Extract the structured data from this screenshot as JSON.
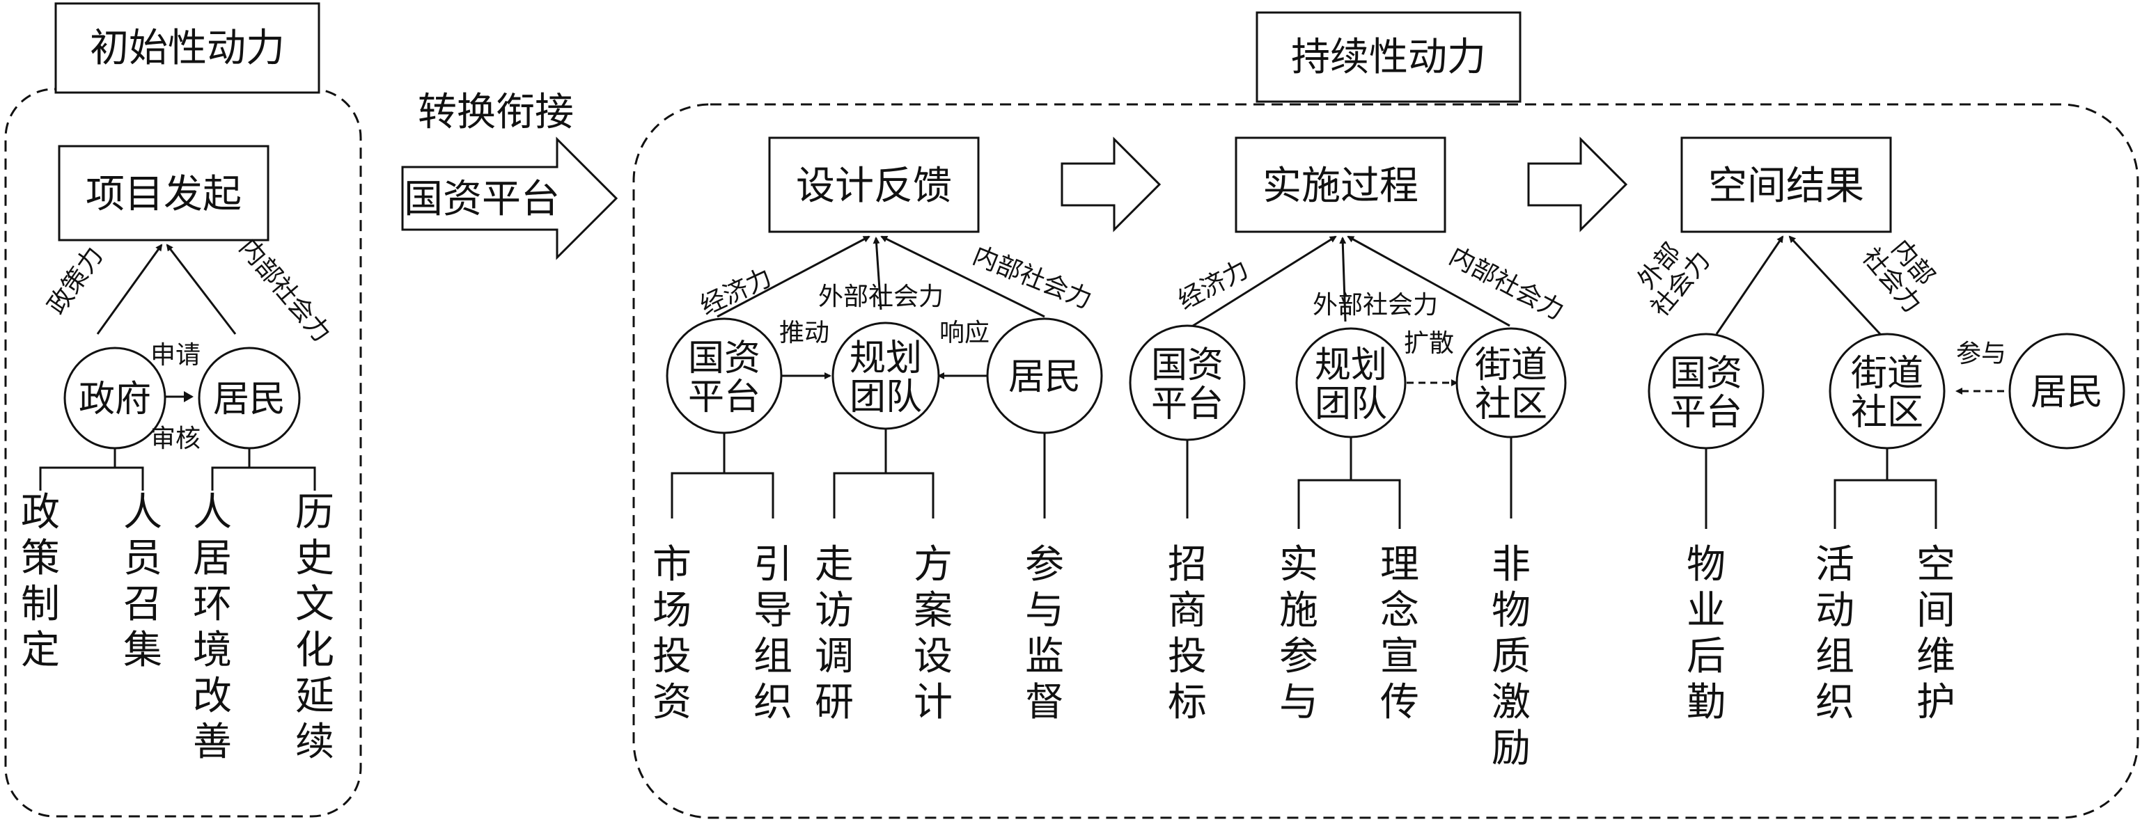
{
  "sections": {
    "initial": {
      "title": "初始性动力",
      "node": "项目发起"
    },
    "transition": {
      "label": "转换衔接",
      "node": "国资平台"
    },
    "sustained": {
      "title": "持续性动力"
    }
  },
  "nodes": {
    "design": "设计反馈",
    "implement": "实施过程",
    "result": "空间结果"
  },
  "circles": {
    "gov": "政府",
    "res1": "居民",
    "sasac1": "国资平台",
    "plan1": "规划团队",
    "res2": "居民",
    "sasac2": "国资平台",
    "plan2": "规划团队",
    "street1": "街道社区",
    "sasac3": "国资平台",
    "street2": "街道社区",
    "res3": "居民"
  },
  "edge_labels": {
    "policy": "政策力",
    "internal1": "内部社会力",
    "apply": "申请",
    "review": "审核",
    "econ1": "经济力",
    "external1": "外部社会力",
    "internal2": "内部社会力",
    "push": "推动",
    "respond": "响应",
    "econ2": "经济力",
    "external2": "外部社会力",
    "internal3": "内部社会力",
    "spread": "扩散",
    "external3": "外部社会力",
    "internal4": "内部社会力",
    "participate": "参与"
  },
  "activities": {
    "policy_making": "政策制定",
    "staff_recruit": "人员召集",
    "living_env": "人居环境改善",
    "history_culture": "历史文化延续",
    "market_invest": "市场投资",
    "guide_org": "引导组织",
    "visit_research": "走访调研",
    "scheme_design": "方案设计",
    "participate_supervise": "参与监督",
    "bidding": "招商投标",
    "implement_participate": "实施参与",
    "concept_promote": "理念宣传",
    "nonmaterial_incentive": "非物质激励",
    "property_logistics": "物业后勤",
    "activity_org": "活动组织",
    "space_maintain": "空间维护"
  }
}
